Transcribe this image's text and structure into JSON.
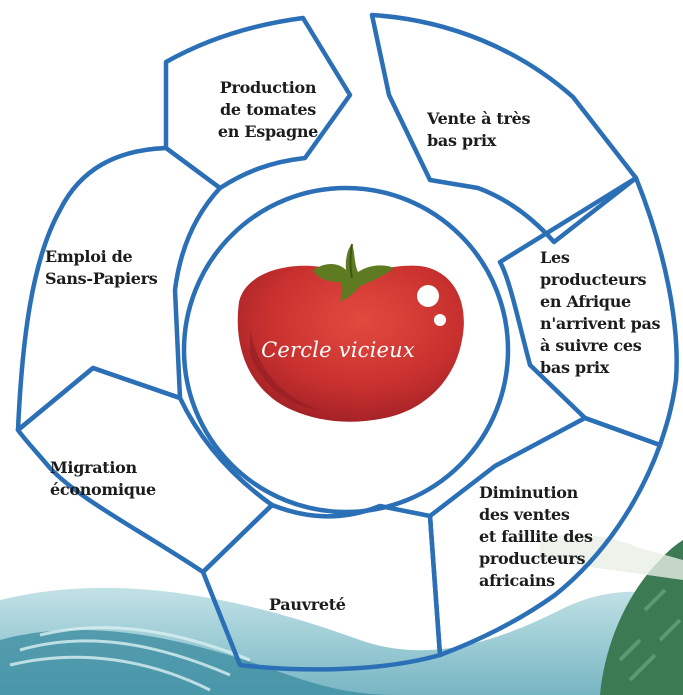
{
  "diagram": {
    "center_label": "Cercle vicieux",
    "steps": [
      {
        "id": "production",
        "text": "Production\nde tomates\nen Espagne"
      },
      {
        "id": "vente",
        "text": "Vente à très\nbas prix"
      },
      {
        "id": "producteurs",
        "text": "Les\nproducteurs\nen Afrique\nn'arrivent pas\nà suivre ces\nbas prix"
      },
      {
        "id": "diminution",
        "text": "Diminution\ndes ventes\net faillite des\nproducteurs\nafricains"
      },
      {
        "id": "pauvrete",
        "text": "Pauvreté"
      },
      {
        "id": "migration",
        "text": "Migration\néconomique"
      },
      {
        "id": "emploi",
        "text": "Emploi de\nSans-Papiers"
      }
    ]
  },
  "colors": {
    "ring_stroke": "#2b6fb6",
    "tomato_dark": "#b3242a",
    "tomato_mid": "#c9312f",
    "tomato_light": "#e24a3f",
    "stem": "#5e7b22",
    "water_dark": "#2e7f96",
    "water_light": "#a9d6dd",
    "foliage": "#3b7a52"
  },
  "icons": {
    "center": "tomato-icon"
  }
}
